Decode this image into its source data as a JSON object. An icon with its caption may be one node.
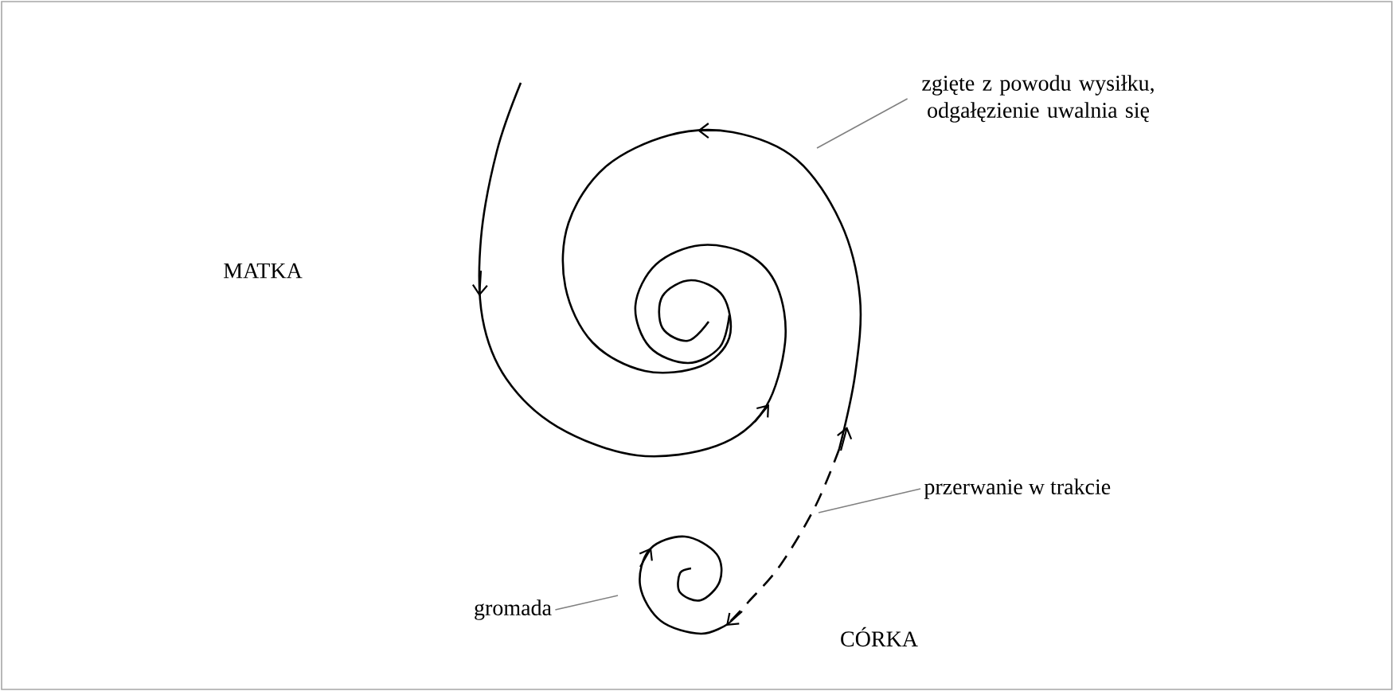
{
  "diagram": {
    "nodes": [
      {
        "text": [
          "zgięte z powodu wysiłku, odgałęzienie uwalnia się"
        ]
      },
      {
        "text": [
          "przerwanie w trakcie"
        ]
      },
      {
        "text": [
          "gromada"
        ]
      }
    ],
    "edges": [
      {
        "from": 0,
        "to": null,
        "arrow": "none"
      },
      {
        "from": 1,
        "to": null,
        "arrow": "none"
      },
      {
        "from": 2,
        "to": null,
        "arrow": "none"
      }
    ],
    "labels": [
      "MATKA",
      "CÓRKA"
    ]
  }
}
